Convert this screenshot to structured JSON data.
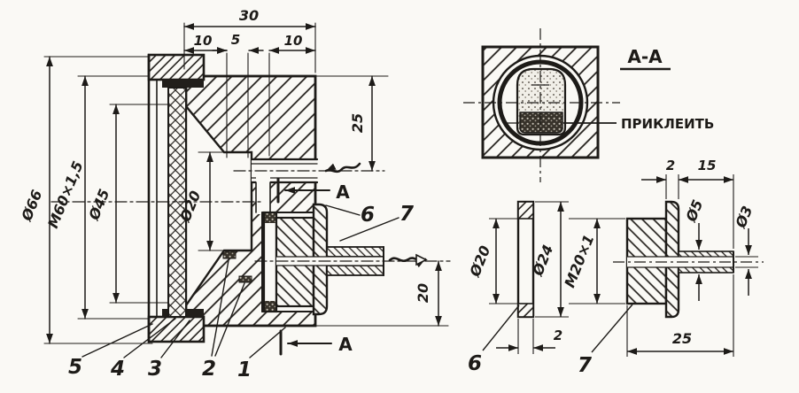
{
  "main_view": {
    "dim_total_width": "30",
    "dim_seg_left": "10",
    "dim_seg_mid": "5",
    "dim_seg_right": "10",
    "dim_tube_depth": "25",
    "dim_nipple_height": "20",
    "dim_outer_dia": "Ø66",
    "dim_thread": "M60×1,5",
    "dim_reflector_dia": "Ø45",
    "dim_bore_dia": "Ø20",
    "part_5": "5",
    "part_4": "4",
    "part_3": "3",
    "part_2": "2",
    "part_1": "1",
    "callout_6": "6",
    "callout_7": "7",
    "section_letter_top": "А",
    "section_letter_bottom": "А"
  },
  "section_view": {
    "title": "А-А",
    "glue_note": "ПРИКЛЕИТЬ"
  },
  "detail_view": {
    "dim_rim": "2",
    "dim_stem_length": "15",
    "dim_inner_dia": "Ø20",
    "dim_flange_dia": "Ø24",
    "dim_thread": "M20×1",
    "dim_stem_dia": "Ø5",
    "dim_hole_dia": "Ø3",
    "dim_disk_thickness": "2",
    "dim_total_length": "25",
    "part_6": "6",
    "part_7": "7"
  }
}
